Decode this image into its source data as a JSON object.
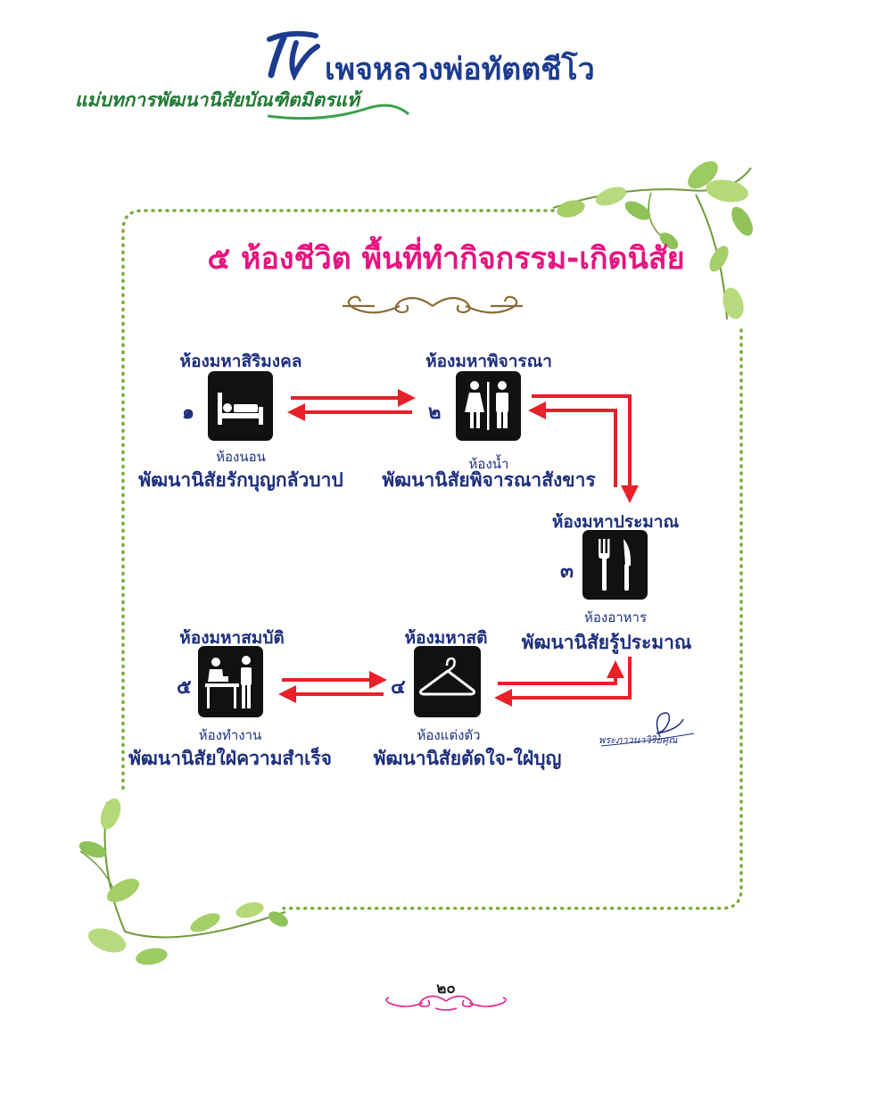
{
  "header": {
    "title": "เพจหลวงพ่อทัตตชีโว",
    "tagline": "แม่บทการพัฒนานิสัยบัณฑิตมิตรแท้"
  },
  "diagram": {
    "title": "๕ ห้องชีวิต พื้นที่ทำกิจกรรม-เกิดนิสัย",
    "rooms": [
      {
        "num": "๑",
        "name": "ห้องมหาสิริมงคล",
        "sub": "ห้องนอน",
        "habit": "พัฒนานิสัยรักบุญกลัวบาป",
        "icon": "bed-icon"
      },
      {
        "num": "๒",
        "name": "ห้องมหาพิจารณา",
        "sub": "ห้องน้ำ",
        "habit": "พัฒนานิสัยพิจารณาสังขาร",
        "icon": "restroom-icon"
      },
      {
        "num": "๓",
        "name": "ห้องมหาประมาณ",
        "sub": "ห้องอาหาร",
        "habit": "พัฒนานิสัยรู้ประมาณ",
        "icon": "fork-knife-icon"
      },
      {
        "num": "๔",
        "name": "ห้องมหาสติ",
        "sub": "ห้องแต่งตัว",
        "habit": "พัฒนานิสัยตัดใจ-ใฝ่บุญ",
        "icon": "hanger-icon"
      },
      {
        "num": "๕",
        "name": "ห้องมหาสมบัติ",
        "sub": "ห้องทำงาน",
        "habit": "พัฒนานิสัยใฝ่ความสำเร็จ",
        "icon": "office-work-icon"
      }
    ],
    "signature": "พระภาวนาวิริยคุณ"
  },
  "page": {
    "number": "๒๐"
  },
  "colors": {
    "title_pink": "#e6147f",
    "text_navy": "#1d2f7e",
    "arrow_red": "#e8202a",
    "frame_green": "#7bab3c",
    "icon_black": "#111111"
  }
}
